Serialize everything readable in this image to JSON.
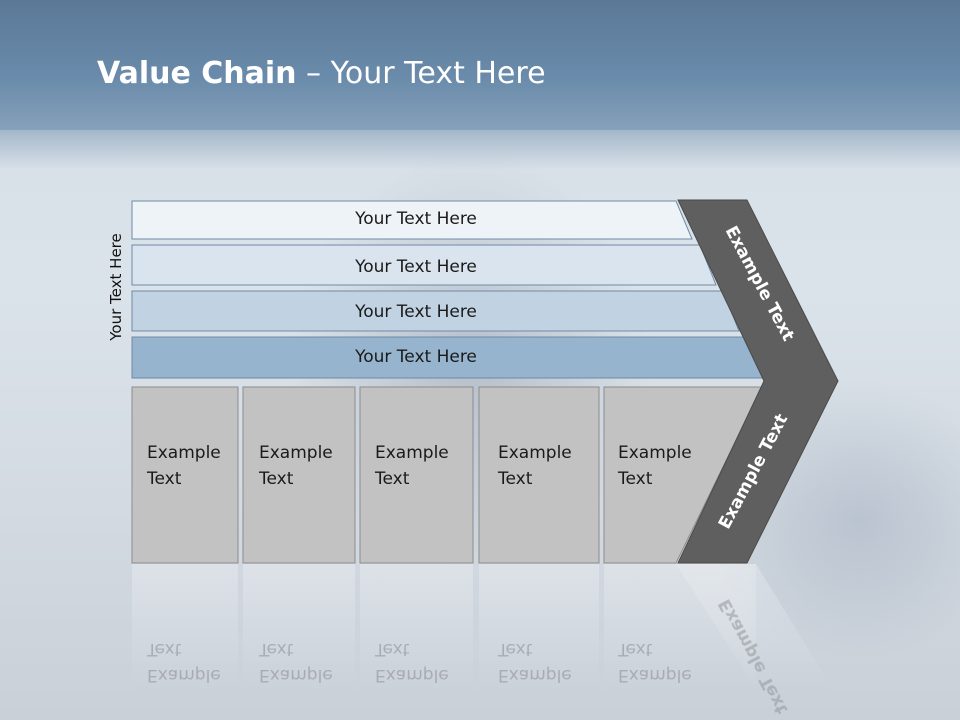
{
  "title": {
    "bold": "Value Chain",
    "rest": " – Your Text Here"
  },
  "side_label": "Your Text Here",
  "support_rows": [
    "Your Text Here",
    "Your Text Here",
    "Your Text Here",
    "Your Text Here"
  ],
  "primary_boxes": [
    {
      "line1": "Example",
      "line2": "Text"
    },
    {
      "line1": "Example",
      "line2": "Text"
    },
    {
      "line1": "Example",
      "line2": "Text"
    },
    {
      "line1": "Example",
      "line2": "Text"
    },
    {
      "line1": "Example",
      "line2": "Text"
    }
  ],
  "chevron": {
    "upper_label": "Example Text",
    "lower_label": "Example Text"
  },
  "colors": {
    "header": "#6a8bab",
    "row1": "#eef3f8",
    "row2": "#d9e4ee",
    "row3": "#c1d3e2",
    "row4": "#96b4cd",
    "row_stroke": "#6e8aa6",
    "box_fill": "#c2c2c2",
    "box_stroke": "#8c8c8c",
    "chevron": "#5f5f5f"
  }
}
